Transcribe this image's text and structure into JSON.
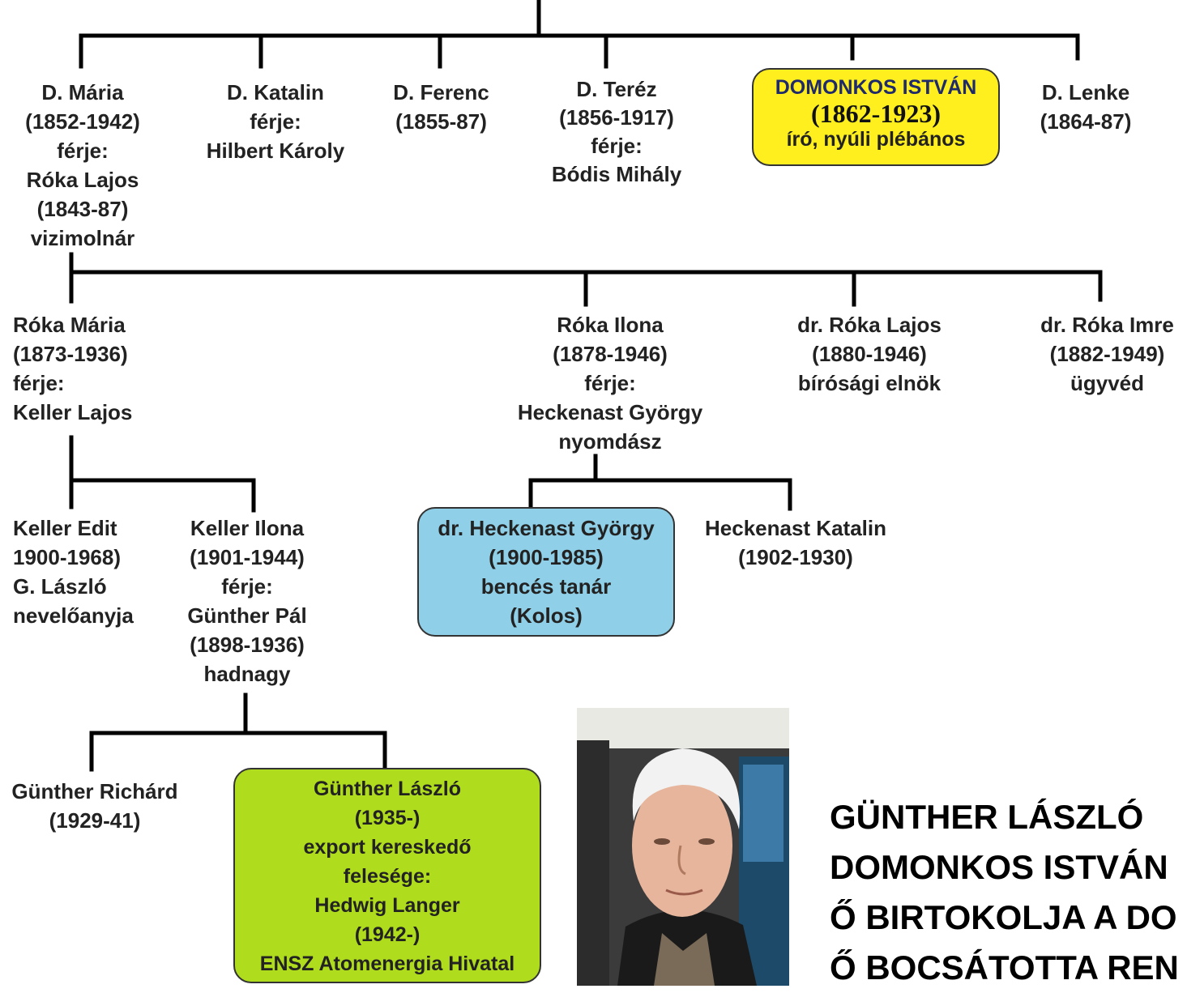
{
  "colors": {
    "highlight_yellow": "#ffef1f",
    "highlight_blue": "#8fd0e8",
    "highlight_green": "#b0dc1e",
    "line": "#000000"
  },
  "generation1": {
    "maria": [
      "D. Mária",
      "(1852-1942)",
      "férje:",
      "Róka Lajos",
      "(1843-87)",
      "vizimolnár"
    ],
    "katalin": [
      "D. Katalin",
      "férje:",
      "Hilbert Károly"
    ],
    "ferenc": [
      "D. Ferenc",
      "(1855-87)"
    ],
    "terez": [
      "D. Teréz",
      "(1856-1917)",
      "férje:",
      "Bódis Mihály"
    ],
    "istvan": [
      "DOMONKOS ISTVÁN",
      "(1862-1923)",
      "író, nyúli plébános"
    ],
    "lenke": [
      "D. Lenke",
      "(1864-87)"
    ]
  },
  "generation2": {
    "roka_maria": [
      "Róka Mária",
      "(1873-1936)",
      "férje:",
      "Keller Lajos"
    ],
    "roka_ilona": [
      "Róka Ilona",
      "(1878-1946)",
      "férje:",
      "Heckenast György",
      "nyomdász"
    ],
    "roka_lajos": [
      "dr. Róka Lajos",
      "(1880-1946)",
      "bírósági elnök"
    ],
    "roka_imre": [
      "dr. Róka Imre",
      "(1882-1949)",
      "ügyvéd"
    ]
  },
  "generation3": {
    "keller_edit": [
      "Keller Edit",
      "1900-1968)",
      "G. László",
      "nevelőanyja"
    ],
    "keller_ilona": [
      "Keller Ilona",
      "(1901-1944)",
      "férje:",
      "Günther Pál",
      "(1898-1936)",
      "hadnagy"
    ],
    "heckenast_gyorgy": [
      "dr. Heckenast György",
      "(1900-1985)",
      "bencés tanár",
      "(Kolos)"
    ],
    "heckenast_katalin": [
      "Heckenast Katalin",
      "(1902-1930)"
    ]
  },
  "generation4": {
    "gunther_richard": [
      "Günther Richárd",
      "(1929-41)"
    ],
    "gunther_laszlo": [
      "Günther László",
      "(1935-)",
      "export kereskedő",
      "felesége:",
      "Hedwig Langer",
      "(1942-)",
      "ENSZ Atomenergia Hivatal"
    ]
  },
  "caption": [
    "GÜNTHER LÁSZLÓ",
    "DOMONKOS ISTVÁN",
    "Ő BIRTOKOLJA A DO",
    "Ő BOCSÁTOTTA REN"
  ]
}
